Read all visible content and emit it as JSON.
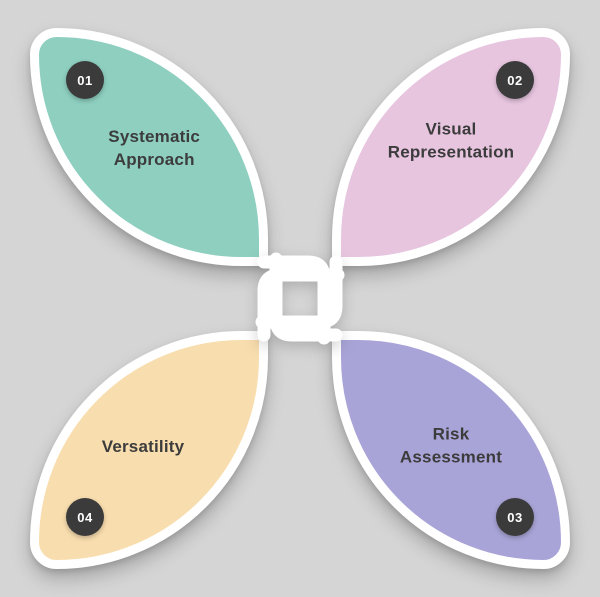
{
  "diagram": {
    "type": "four-petal-infographic",
    "background_color": "#d5d5d5",
    "petal_border_color": "#ffffff",
    "badge_color": "#3b3b3b",
    "badge_text_color": "#ffffff",
    "label_text_color": "#3c3c3c",
    "items": [
      {
        "number": "01",
        "label": "Systematic Approach",
        "color": "#8ecfc0",
        "position": "top-left"
      },
      {
        "number": "02",
        "label": "Visual Representation",
        "color": "#e7c5df",
        "position": "top-right"
      },
      {
        "number": "03",
        "label": "Risk Assessment",
        "color": "#a8a4d7",
        "position": "bottom-right"
      },
      {
        "number": "04",
        "label": "Versatility",
        "color": "#f8ddae",
        "position": "bottom-left"
      }
    ]
  }
}
